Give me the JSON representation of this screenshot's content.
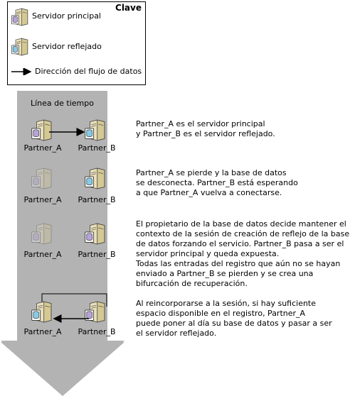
{
  "legend": {
    "title": "Clave",
    "principal": "Servidor principal",
    "mirror": "Servidor reflejado",
    "flow": "Dirección del flujo de datos"
  },
  "timeline": {
    "title": "Línea de tiempo"
  },
  "stages": [
    {
      "left_label": "Partner_A",
      "right_label": "Partner_B",
      "text": "Partner_A es el servidor principal\ny Partner_B es el servidor reflejado."
    },
    {
      "left_label": "Partner_A",
      "right_label": "Partner_B",
      "text": "Partner_A se pierde y la base de datos\nse desconecta. Partner_B está esperando\na que Partner_A vuelva a conectarse."
    },
    {
      "left_label": "Partner_A",
      "right_label": "Partner_B",
      "text": "El propietario de la base de datos decide mantener el\ncontexto de la sesión de creación de reflejo de la base\nde datos forzando el servicio. Partner_B pasa a ser el\nservidor principal y queda expuesta.\nTodas las entradas del registro que aún no se hayan\nenviado a Partner_B se pierden y se crea una\nbifurcación de recuperación."
    },
    {
      "left_label": "Partner_A",
      "right_label": "Partner_B",
      "text": "Al reincorporarse a la sesión, si hay suficiente\nespacio disponible en el registro, Partner_A\npuede poner al día su base de datos y pasar a ser\nel servidor reflejado."
    }
  ],
  "colors": {
    "timeline_gray": "#b3b3b3",
    "server_body": "#ece3c0",
    "db_principal": "#b8a3d8",
    "db_mirror": "#86cbe6",
    "disconnected_opacity": 0.35
  }
}
